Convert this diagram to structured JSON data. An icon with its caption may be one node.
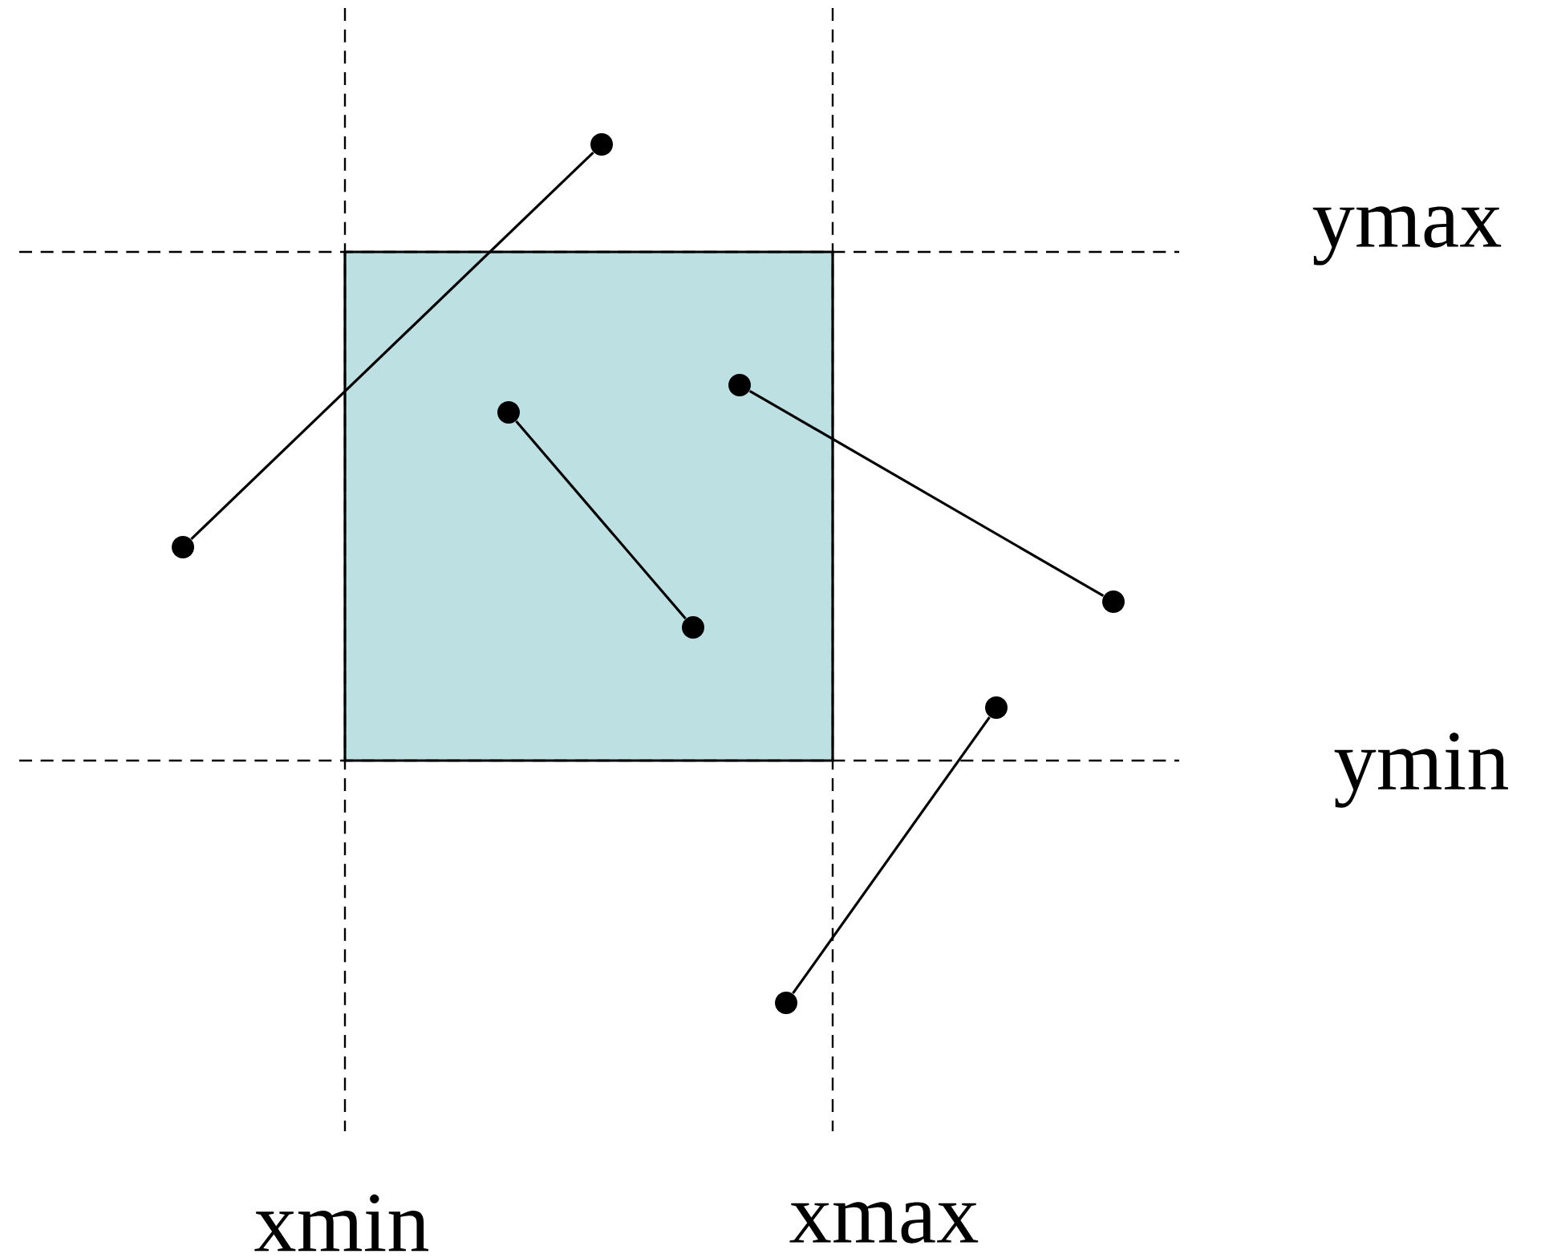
{
  "diagram": {
    "nodes": [
      {
        "text": [],
        "shape": "circle"
      },
      {
        "text": [],
        "shape": "circle"
      },
      {
        "text": [],
        "shape": "circle"
      },
      {
        "text": [],
        "shape": "circle"
      },
      {
        "text": [],
        "shape": "circle"
      },
      {
        "text": [],
        "shape": "circle"
      },
      {
        "text": [],
        "shape": "circle"
      },
      {
        "text": [],
        "shape": "circle"
      }
    ],
    "edges": [
      {
        "from": 0,
        "to": 3,
        "arrow": "none"
      },
      {
        "from": 2,
        "to": 5,
        "arrow": "none"
      },
      {
        "from": 1,
        "to": 4,
        "arrow": "none"
      },
      {
        "from": 6,
        "to": 7,
        "arrow": "none"
      }
    ],
    "labels": [
      "ymax",
      "ymin",
      "xmin",
      "xmax"
    ]
  }
}
